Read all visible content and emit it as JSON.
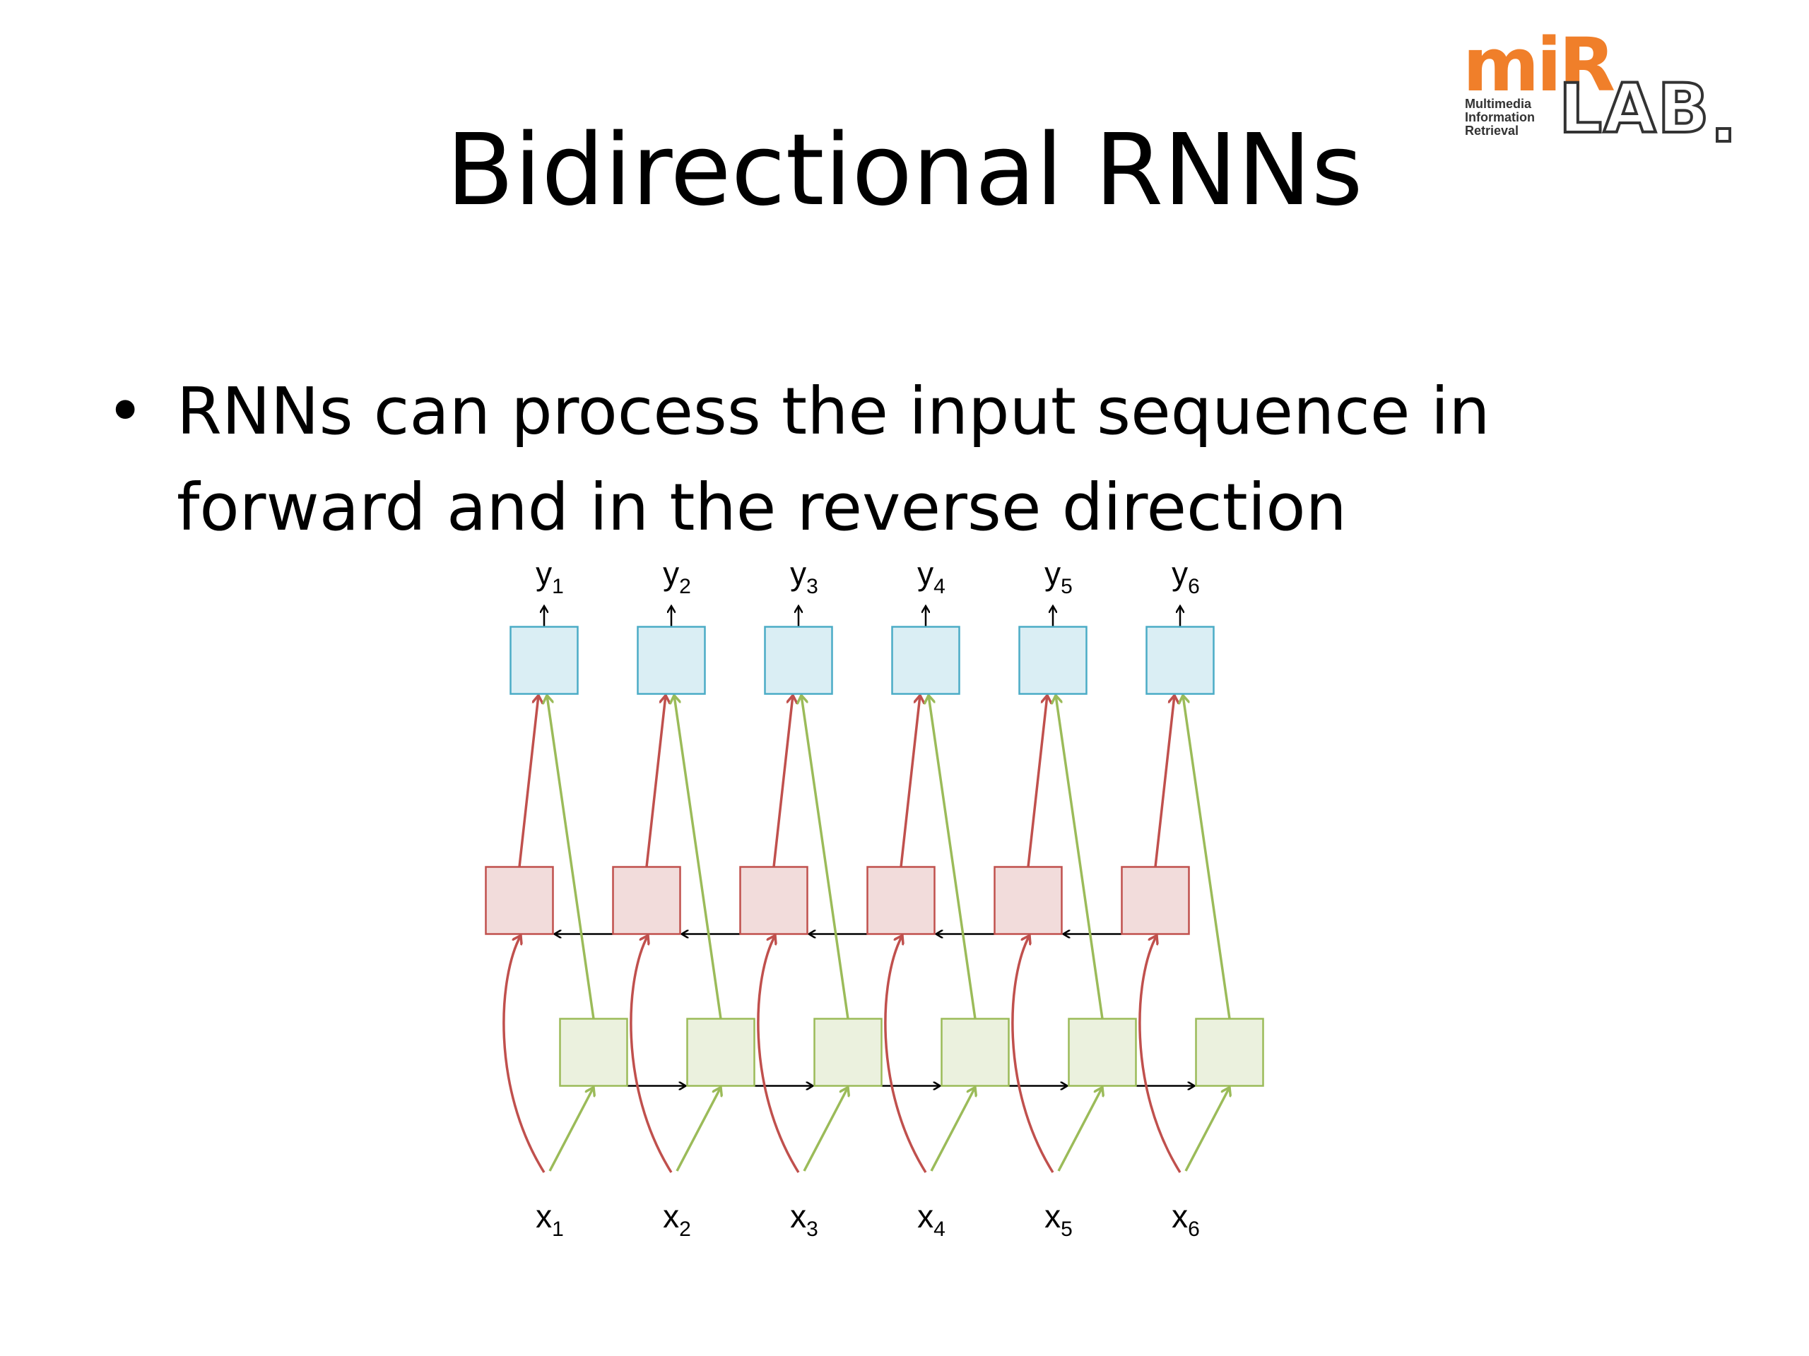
{
  "slide": {
    "title": "Bidirectional RNNs",
    "bullets": [
      {
        "mark": "•",
        "lines": [
          "RNNs can process the input sequence in",
          "forward and in the reverse direction"
        ]
      }
    ]
  },
  "logo": {
    "brand": "miR",
    "lab": "LAB",
    "subtitle_lines": [
      "Multimedia",
      "Information",
      "Retrieval"
    ],
    "brand_color": "#f07f2a"
  },
  "diagram": {
    "output_labels": [
      {
        "base": "y",
        "sub": "1"
      },
      {
        "base": "y",
        "sub": "2"
      },
      {
        "base": "y",
        "sub": "3"
      },
      {
        "base": "y",
        "sub": "4"
      },
      {
        "base": "y",
        "sub": "5"
      },
      {
        "base": "y",
        "sub": "6"
      }
    ],
    "input_labels": [
      {
        "base": "x",
        "sub": "1"
      },
      {
        "base": "x",
        "sub": "2"
      },
      {
        "base": "x",
        "sub": "3"
      },
      {
        "base": "x",
        "sub": "4"
      },
      {
        "base": "x",
        "sub": "5"
      },
      {
        "base": "x",
        "sub": "6"
      }
    ],
    "colors": {
      "output_fill": "#daeef4",
      "output_stroke": "#4bacc6",
      "backward_fill": "#f2dcdb",
      "backward_stroke": "#c0504d",
      "forward_fill": "#ebf1de",
      "forward_stroke": "#9bbb59",
      "arrow": "#000000"
    }
  }
}
